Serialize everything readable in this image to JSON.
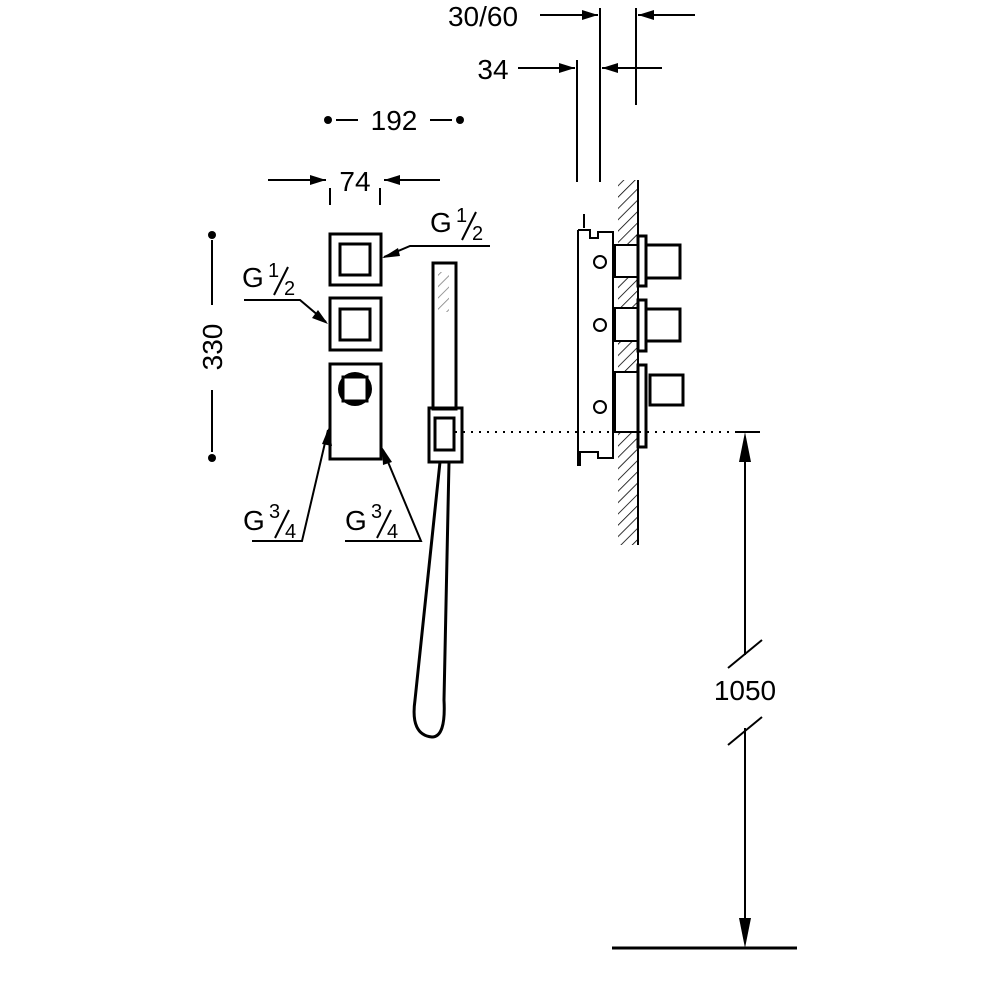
{
  "dimensions": {
    "wall_depth": "30/60",
    "plate_depth": "34",
    "outlet_spacing": "192",
    "width": "74",
    "height": "330",
    "install_height": "1050"
  },
  "connections": {
    "top_right": {
      "letter": "G",
      "num": "1",
      "den": "2"
    },
    "middle_left": {
      "letter": "G",
      "num": "1",
      "den": "2"
    },
    "bottom_left": {
      "letter": "G",
      "num": "3",
      "den": "4"
    },
    "bottom_right": {
      "letter": "G",
      "num": "3",
      "den": "4"
    }
  }
}
